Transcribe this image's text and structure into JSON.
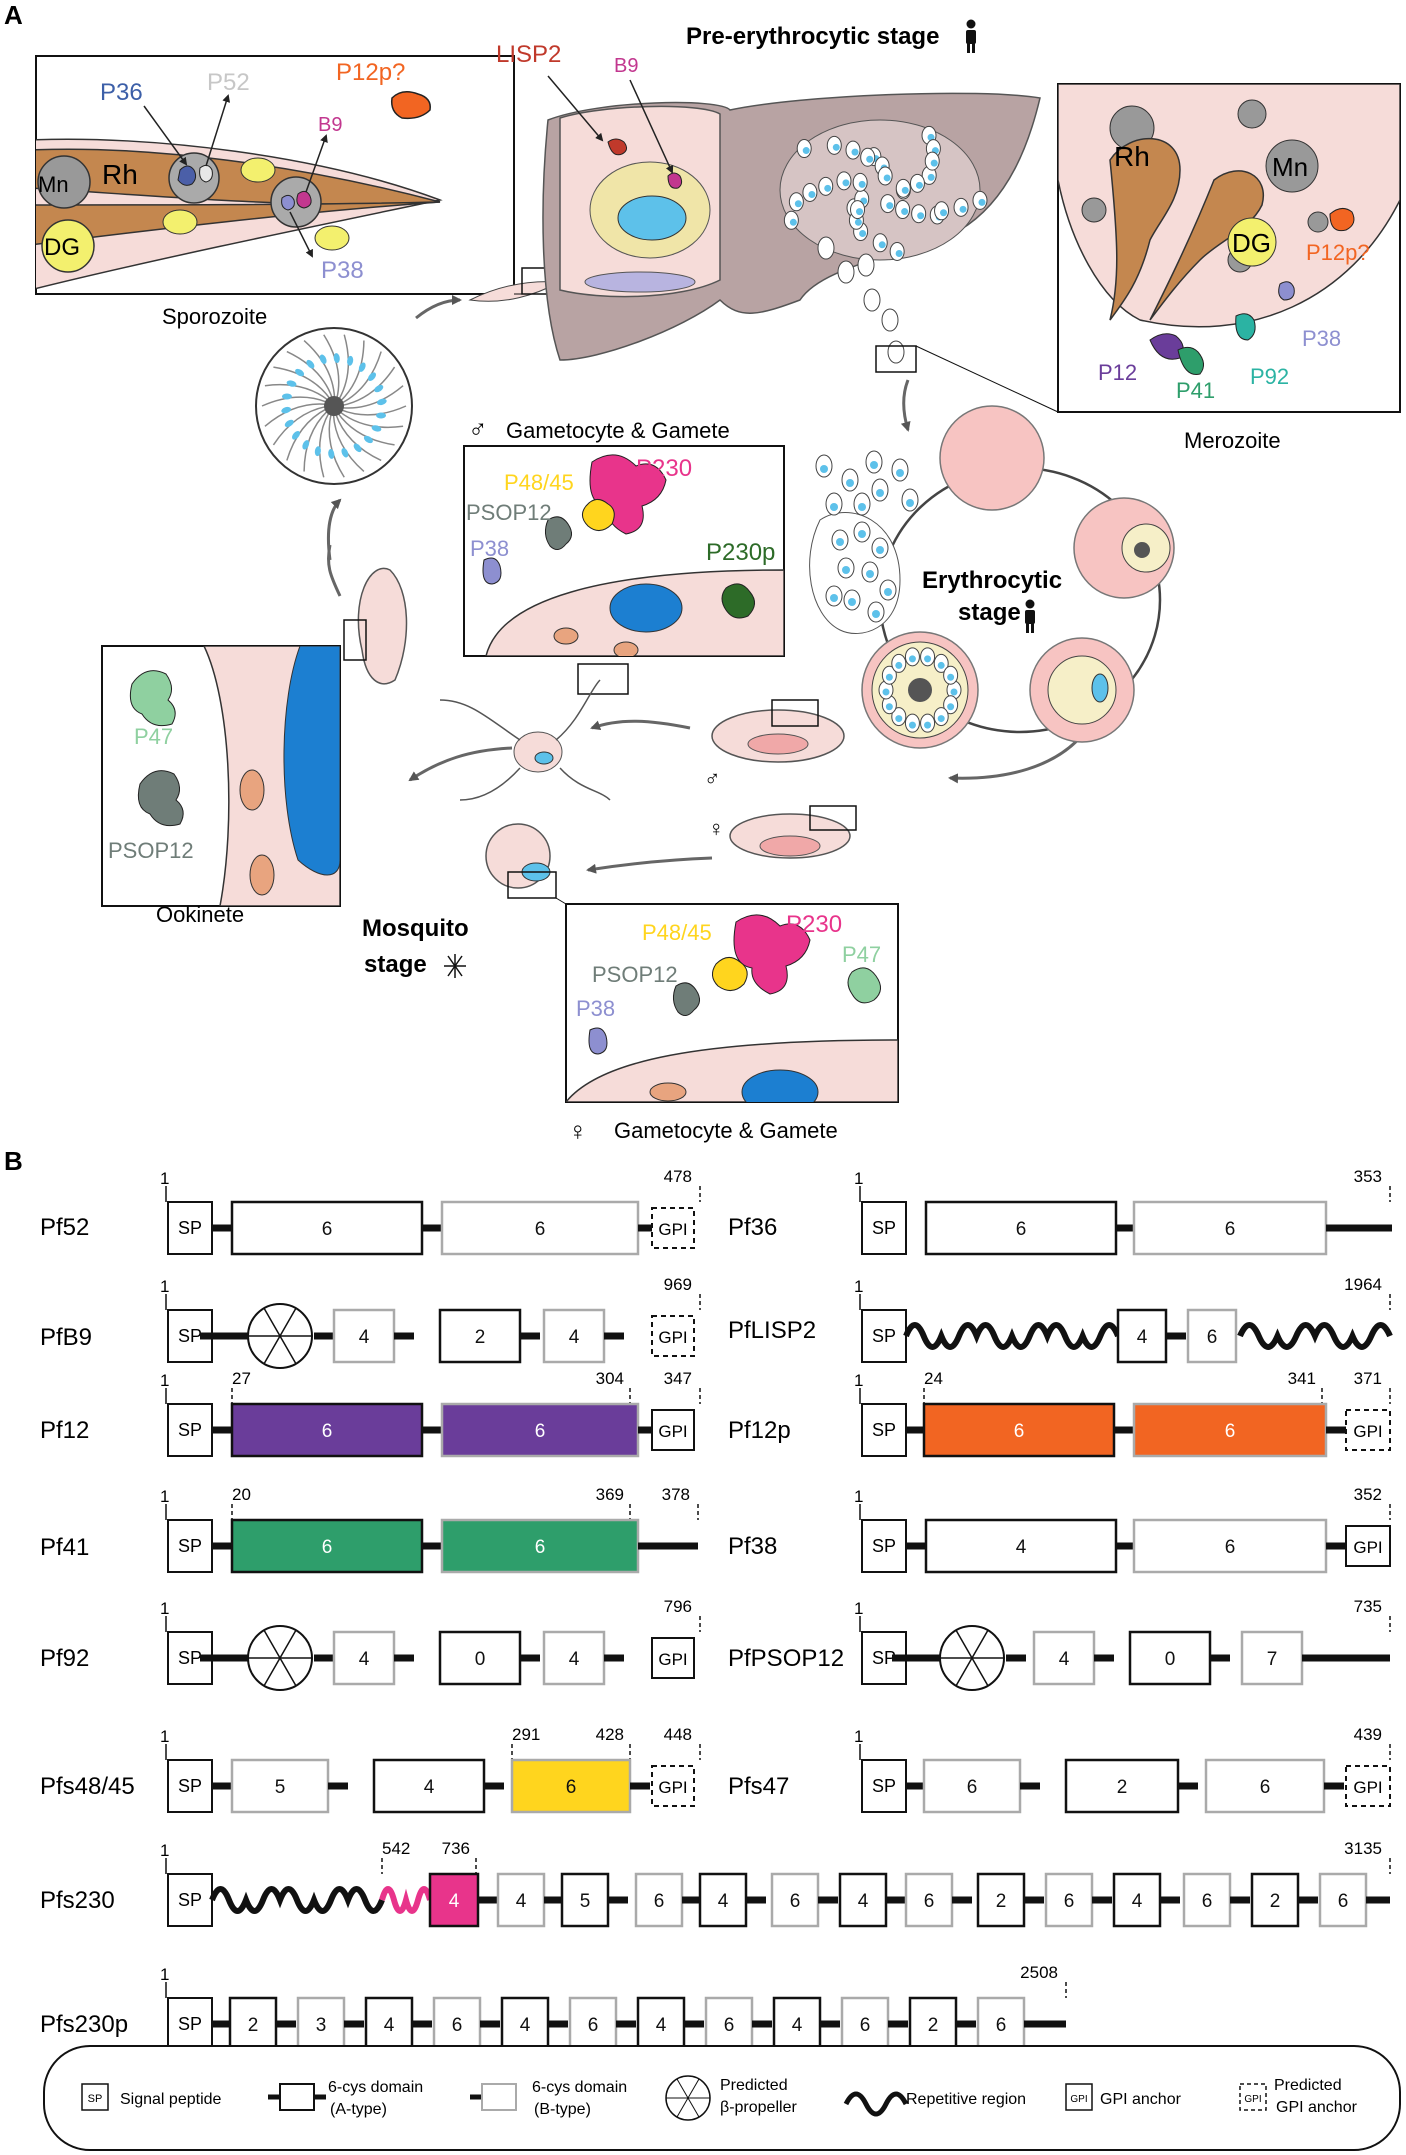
{
  "panelA": {
    "label": "A",
    "pre_title": "Pre-erythrocytic stage",
    "ery_title_1": "Erythrocytic",
    "ery_title_2": "stage",
    "mos_title_1": "Mosquito",
    "mos_title_2": "stage",
    "sporozoite": {
      "caption": "Sporozoite",
      "mn": "Mn",
      "rh": "Rh",
      "dg": "DG",
      "p36": "P36",
      "p52": "P52",
      "b9": "B9",
      "p38": "P38",
      "p12p": "P12p?"
    },
    "liver": {
      "lisp2": "LISP2",
      "b9": "B9"
    },
    "merozoite": {
      "caption": "Merozoite",
      "rh": "Rh",
      "mn": "Mn",
      "dg": "DG",
      "p12p": "P12p?",
      "p38": "P38",
      "p92": "P92",
      "p12": "P12",
      "p41": "P41"
    },
    "male_gam": {
      "caption": "Gametocyte & Gamete",
      "p4845": "P48/45",
      "p230": "P230",
      "psop12": "PSOP12",
      "p38": "P38",
      "p230p": "P230p"
    },
    "ookinete": {
      "caption": "Ookinete",
      "p47": "P47",
      "psop12": "PSOP12"
    },
    "female_gam": {
      "caption": "Gametocyte & Gamete",
      "p4845": "P48/45",
      "p230": "P230",
      "p47": "P47",
      "psop12": "PSOP12",
      "p38": "P38"
    }
  },
  "panelB": {
    "label": "B",
    "colors": {
      "purple": "#6a3d9a",
      "orange": "#f26522",
      "green": "#2e9e6b",
      "yellow": "#ffd51e",
      "pink": "#e8348b"
    },
    "rows": [
      {
        "name": "Pf52",
        "start": "1",
        "end": "478",
        "marks": []
      },
      {
        "name": "Pf36",
        "start": "1",
        "end": "353",
        "marks": []
      },
      {
        "name": "PfB9",
        "start": "1",
        "end": "969",
        "marks": []
      },
      {
        "name": "PfLISP2",
        "start": "1",
        "end": "1964",
        "marks": []
      },
      {
        "name": "Pf12",
        "start": "1",
        "end": "347",
        "marks": [
          "27",
          "304"
        ]
      },
      {
        "name": "Pf12p",
        "start": "1",
        "end": "371",
        "marks": [
          "24",
          "341"
        ]
      },
      {
        "name": "Pf41",
        "start": "1",
        "end": "378",
        "marks": [
          "20",
          "369"
        ]
      },
      {
        "name": "Pf38",
        "start": "1",
        "end": "352",
        "marks": []
      },
      {
        "name": "Pf92",
        "start": "1",
        "end": "796",
        "marks": []
      },
      {
        "name": "PfPSOP12",
        "start": "1",
        "end": "735",
        "marks": []
      },
      {
        "name": "Pfs48/45",
        "start": "1",
        "end": "448",
        "marks": [
          "291",
          "428"
        ]
      },
      {
        "name": "Pfs47",
        "start": "1",
        "end": "439",
        "marks": []
      },
      {
        "name": "Pfs230",
        "start": "1",
        "end": "3135",
        "marks": [
          "542",
          "736"
        ]
      },
      {
        "name": "Pfs230p",
        "start": "1",
        "end": "2508",
        "marks": []
      }
    ],
    "sp": "SP",
    "gpi": "GPI",
    "domains": {
      "pf52": [
        "6",
        "6"
      ],
      "pf36": [
        "6",
        "6"
      ],
      "pfb9": [
        "4",
        "2",
        "4"
      ],
      "pflisp2": [
        "4",
        "6"
      ],
      "pf12": [
        "6",
        "6"
      ],
      "pf12p": [
        "6",
        "6"
      ],
      "pf41": [
        "6",
        "6"
      ],
      "pf38": [
        "4",
        "6"
      ],
      "pf92": [
        "4",
        "0",
        "4"
      ],
      "pfpsop12": [
        "4",
        "0",
        "7"
      ],
      "pfs4845": [
        "5",
        "4",
        "6"
      ],
      "pfs47": [
        "6",
        "2",
        "6"
      ],
      "pfs230": [
        "4",
        "4",
        "5",
        "6",
        "4",
        "6",
        "4",
        "6",
        "2",
        "6",
        "4",
        "6",
        "2",
        "6"
      ],
      "pfs230p": [
        "2",
        "3",
        "4",
        "6",
        "4",
        "6",
        "4",
        "6",
        "4",
        "6",
        "2",
        "6"
      ]
    },
    "legend": {
      "sp": "Signal peptide",
      "a1": "6-cys domain",
      "a2": "(A-type)",
      "b1": "6-cys domain",
      "b2": "(B-type)",
      "bp1": "Predicted",
      "bp2": "β-propeller",
      "rep": "Repetitive region",
      "gpi": "GPI anchor",
      "pg1": "Predicted",
      "pg2": "GPI anchor"
    }
  }
}
